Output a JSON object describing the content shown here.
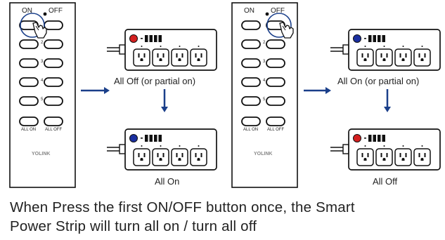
{
  "remote": {
    "on_label": "ON",
    "off_label": "OFF",
    "channel_numbers": [
      "2",
      "3",
      "4",
      "5"
    ],
    "all_on_label": "ALL ON",
    "all_off_label": "ALL OFF",
    "brand": "YOLINK"
  },
  "panels": {
    "left": {
      "top_strip_caption": "All Off (or partial on)",
      "top_strip_led": "#d42020",
      "bottom_strip_caption": "All On",
      "bottom_strip_led": "#1a2fa0"
    },
    "right": {
      "top_strip_caption": "All On (or partial on)",
      "top_strip_led": "#1a2fa0",
      "bottom_strip_caption": "All Off",
      "bottom_strip_led": "#d42020"
    }
  },
  "caption": {
    "line1": "When Press the first ON/OFF button once, the Smart",
    "line2": "Power Strip will turn all on / turn all off"
  }
}
